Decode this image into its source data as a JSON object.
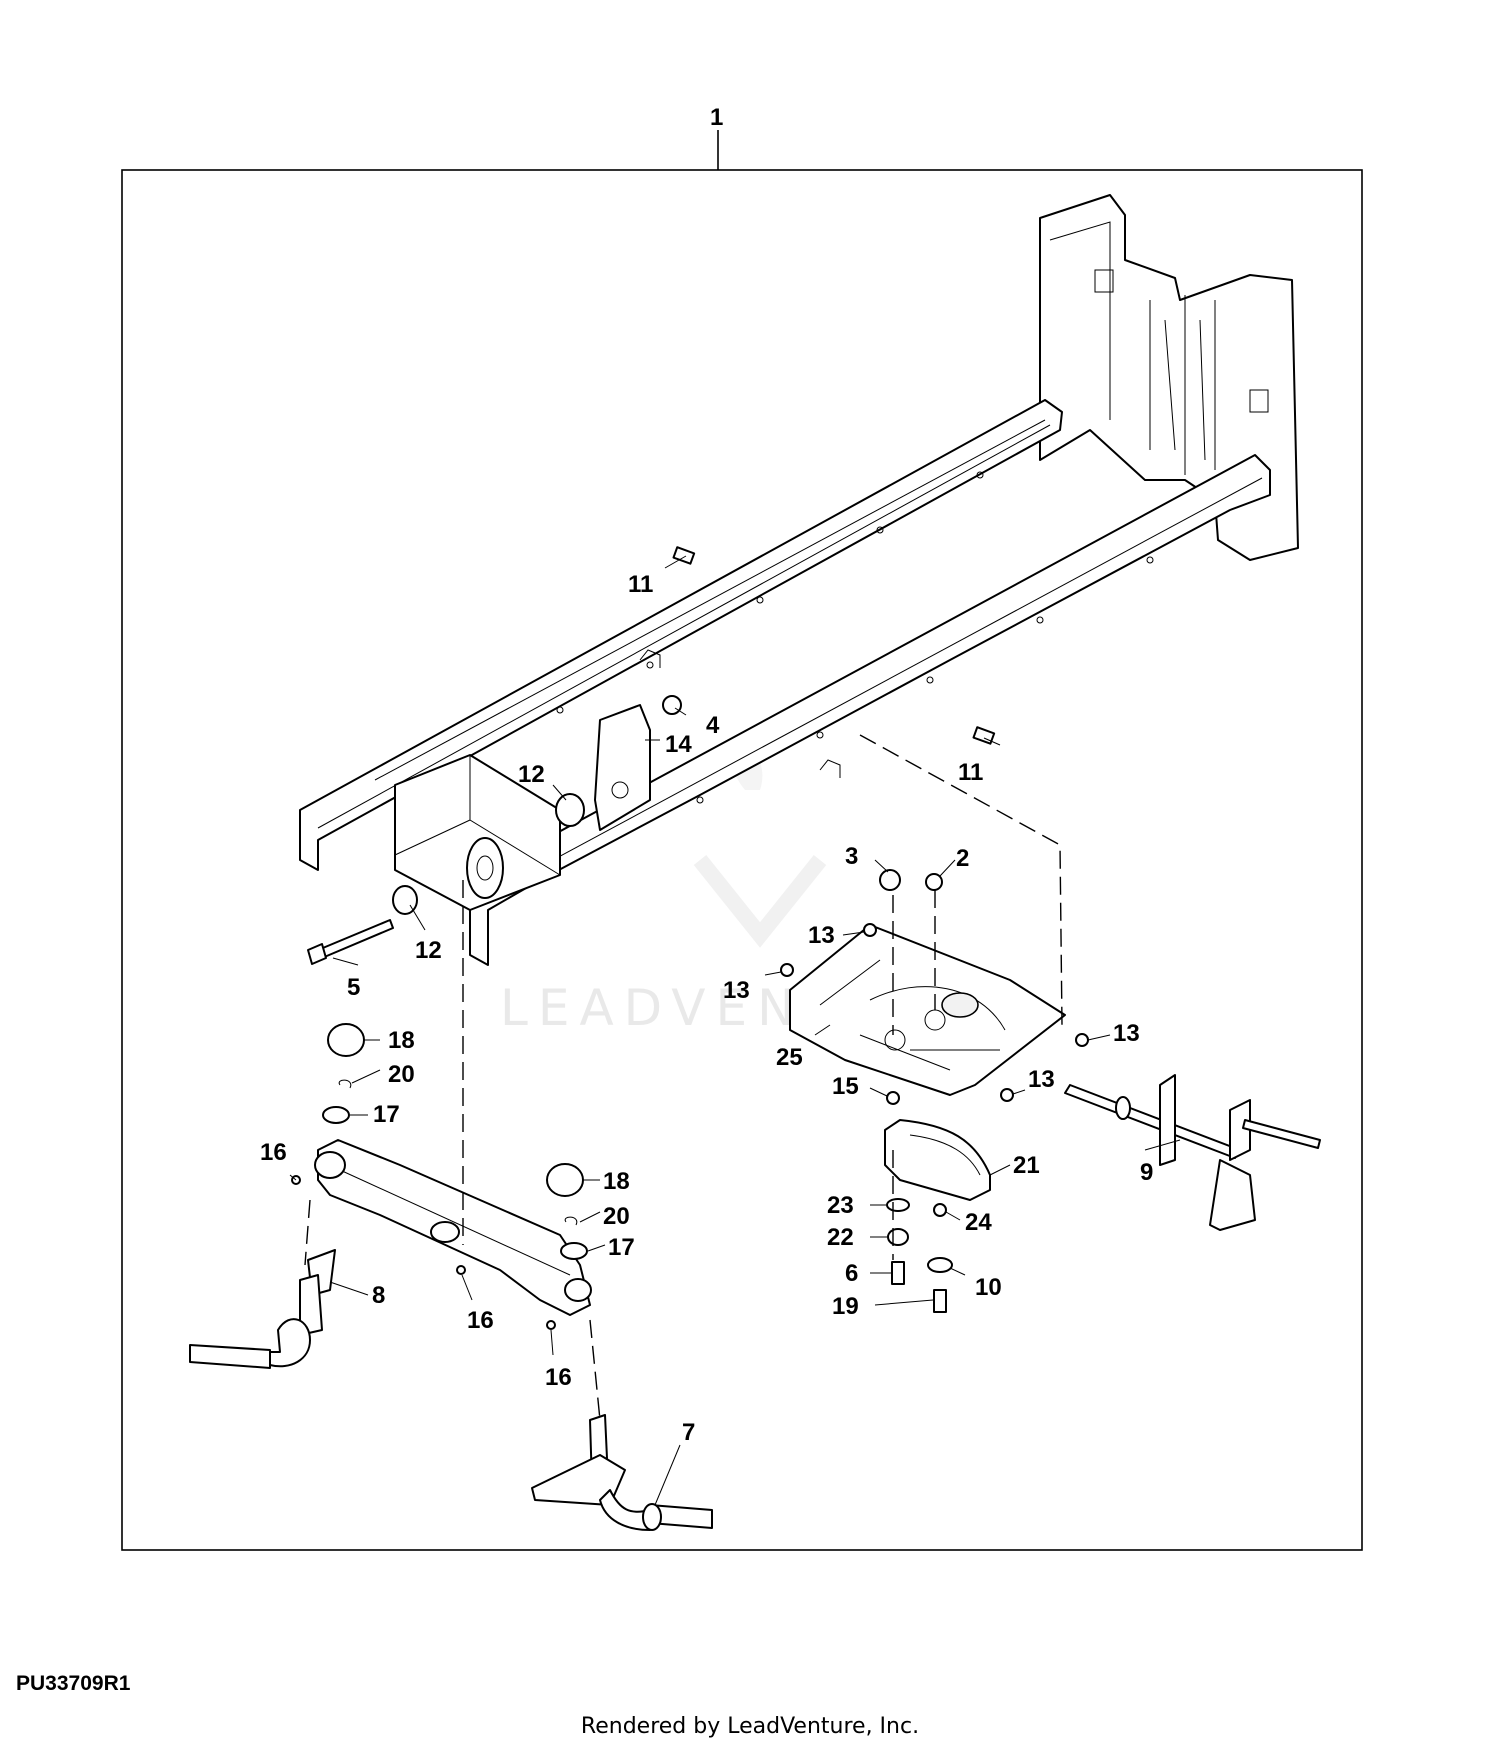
{
  "diagram": {
    "assembly_callout": "1",
    "callouts": [
      "2",
      "3",
      "4",
      "5",
      "6",
      "7",
      "8",
      "9",
      "10",
      "11",
      "11",
      "12",
      "12",
      "13",
      "13",
      "13",
      "13",
      "14",
      "15",
      "16",
      "16",
      "16",
      "17",
      "17",
      "18",
      "18",
      "19",
      "20",
      "20",
      "21",
      "22",
      "23",
      "24",
      "25"
    ],
    "watermark_text": "LEADVENTURE",
    "figure_ref": "PU33709R1",
    "credit": "Rendered by LeadVenture, Inc."
  }
}
